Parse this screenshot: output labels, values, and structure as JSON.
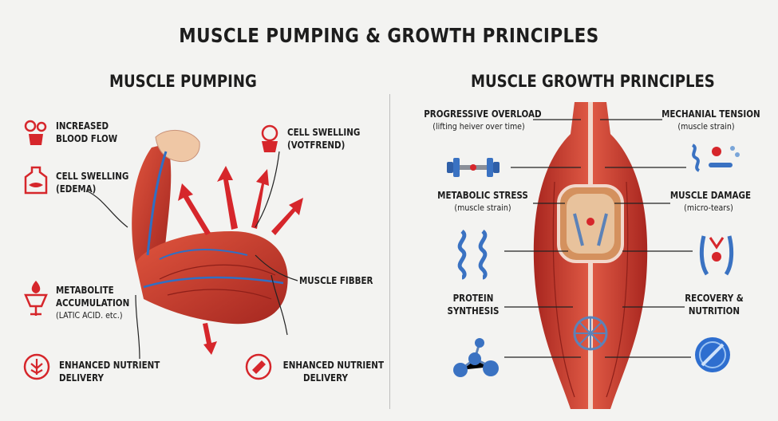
{
  "title": "MUSCLE PUMPING & GROWTH PRINCIPLES",
  "left": {
    "heading": "MUSCLE PUMPING",
    "labels": [
      {
        "title": "INCREASED",
        "sub": "BLOOD FLOW"
      },
      {
        "title": "CELL SWELLING",
        "sub": "(EDEMA)"
      },
      {
        "title": "METABOLITE",
        "sub": "ACCUMULATION",
        "sub2": "(LATIC ACID. etc.)"
      },
      {
        "title": "ENHANCED NUTRIENT",
        "sub": "DELIVERY"
      },
      {
        "title": "CELL SWELLING",
        "sub": "(VOTFREND)"
      },
      {
        "title": "MUSCLE FIBBER"
      },
      {
        "title": "ENHANCED NUTRIENT",
        "sub": "DELIVERY"
      }
    ],
    "icons": [
      "blood-flow-icon",
      "cell-swelling-icon",
      "metabolite-icon",
      "nutrient-delivery-icon",
      "cell-swelling-icon",
      "nutrient-delivery-icon"
    ]
  },
  "right": {
    "heading": "MUSCLE GROWTH PRINCIPLES",
    "labels": [
      {
        "title": "PROGRESSIVE OVERLOAD",
        "sub": "(lifting heiver over time)"
      },
      {
        "title": "MECHANIAL TENSION",
        "sub": "(muscle strain)"
      },
      {
        "title": "METABOLIC STRESS",
        "sub": "(muscle strain)"
      },
      {
        "title": "MUSCLE DAMAGE",
        "sub": "(micro-tears)"
      },
      {
        "title": "PROTEIN",
        "sub": "SYNTHESIS"
      },
      {
        "title": "RECOVERY &",
        "sub": "NUTRITION"
      }
    ],
    "icons": [
      "dumbbell-icon",
      "tension-icon",
      "helix-icon",
      "damage-icon",
      "molecule-icon",
      "recovery-icon"
    ]
  },
  "colors": {
    "accent": "#d6262b",
    "muscle": "#c8322c",
    "vein": "#2f6fc4",
    "bg": "#f3f3f1"
  }
}
